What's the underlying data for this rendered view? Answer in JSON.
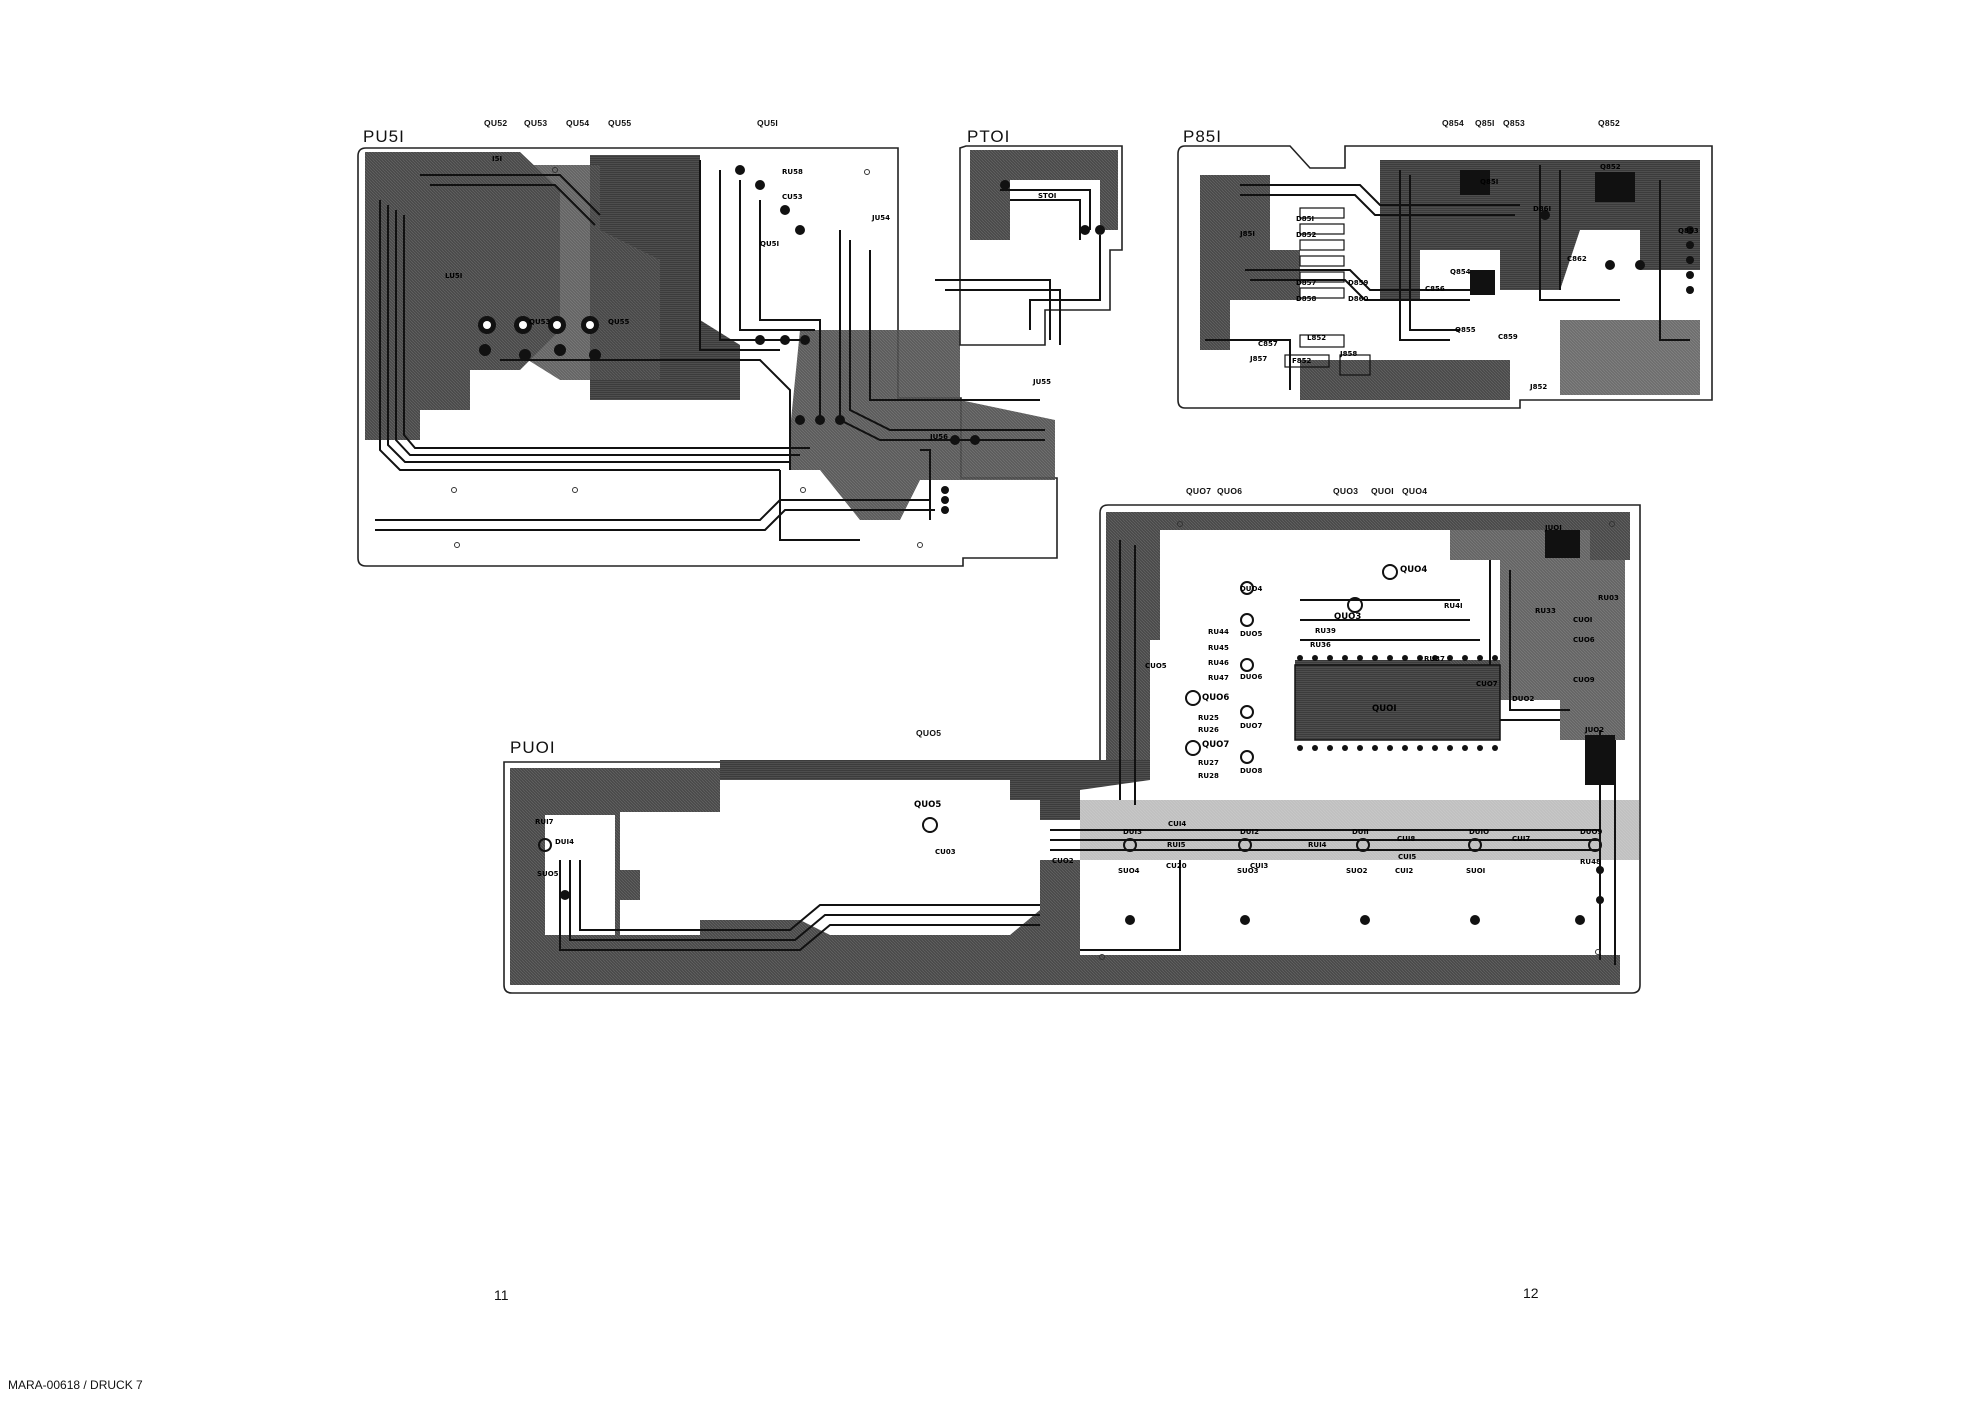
{
  "boards": {
    "pu51": {
      "name": "PU5I",
      "top_labels": [
        "QU52",
        "QU53",
        "QU54",
        "QU55",
        "QU5I"
      ],
      "components": [
        "RU58",
        "CU53",
        "QU5I",
        "JU54",
        "JU55",
        "JU56",
        "LU5I",
        "QU53",
        "QU55",
        "I5I"
      ]
    },
    "pt01": {
      "name": "PTOI",
      "components": [
        "STOI"
      ]
    },
    "p851": {
      "name": "P85I",
      "top_labels": [
        "Q854",
        "Q85I",
        "Q853",
        "Q852"
      ],
      "components": [
        "Q852",
        "Q85I",
        "D86I",
        "C862",
        "Q854",
        "C856",
        "D85I",
        "D852",
        "D857",
        "D858",
        "D859",
        "D860",
        "Q855",
        "C859",
        "L852",
        "F852",
        "J857",
        "J858",
        "J852",
        "J85I",
        "C857",
        "Q853"
      ]
    },
    "pu01": {
      "name": "PUOI",
      "top_labels": [
        "QUO7",
        "QUO6",
        "QUO3",
        "QUOI",
        "QUO4"
      ],
      "side_label": "QUO5",
      "components": [
        "QUO4",
        "QUO3",
        "QUO6",
        "QUO7",
        "QUO5",
        "QUOI",
        "DUO4",
        "DUO5",
        "DUO6",
        "DUO7",
        "DUO8",
        "DUO2",
        "RU44",
        "RU45",
        "RU46",
        "RU47",
        "RU25",
        "RU26",
        "RU27",
        "RU28",
        "RU03",
        "RU33",
        "RU4I",
        "RU37",
        "RU36",
        "RU39",
        "CUO5",
        "CUOI",
        "CUO6",
        "CUO9",
        "CUO7",
        "SUO5",
        "SUO4",
        "SUO3",
        "SUO2",
        "SUOI",
        "RUI7",
        "DUI4",
        "DUI3",
        "DUI2",
        "DUII",
        "DUIO",
        "DUO9",
        "RUI5",
        "RUI4",
        "RU48",
        "CUI4",
        "CUI3",
        "CUI5",
        "CUI2",
        "CUI8",
        "CUI7",
        "CU20",
        "CU03",
        "CUO2",
        "JUOI",
        "JUO2"
      ]
    }
  },
  "page_numbers": {
    "left": "11",
    "right": "12"
  },
  "footer": "MARA-00618 / DRUCK 7",
  "colors": {
    "copper": "#3a3a3a",
    "trace": "#1a1a1a",
    "outline": "#222222",
    "background": "#ffffff"
  }
}
